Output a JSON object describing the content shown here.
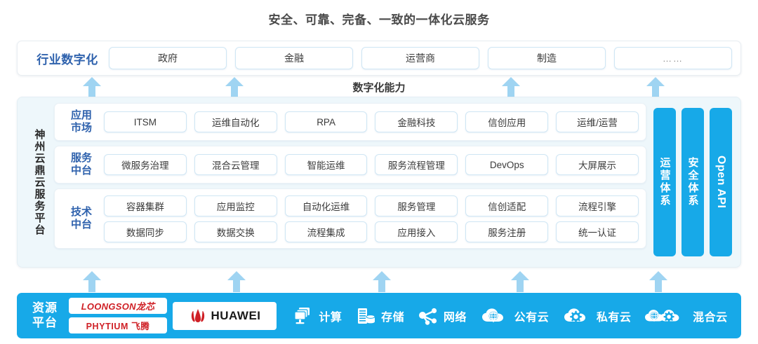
{
  "title": "安全、可靠、完备、一致的一体化云服务",
  "capability_label": "数字化能力",
  "industry": {
    "label": "行业数字化",
    "items": [
      "政府",
      "金融",
      "运营商",
      "制造",
      "……"
    ]
  },
  "platform": {
    "label": "神州云鼎云服务平台",
    "bands": [
      {
        "label_line1": "应用",
        "label_line2": "市场",
        "rows": [
          [
            "ITSM",
            "运维自动化",
            "RPA",
            "金融科技",
            "信创应用",
            "运维/运营"
          ]
        ]
      },
      {
        "label_line1": "服务",
        "label_line2": "中台",
        "rows": [
          [
            "微服务治理",
            "混合云管理",
            "智能运维",
            "服务流程管理",
            "DevOps",
            "大屏展示"
          ]
        ]
      },
      {
        "label_line1": "技术",
        "label_line2": "中台",
        "rows": [
          [
            "容器集群",
            "应用监控",
            "自动化运维",
            "服务管理",
            "信创适配",
            "流程引擎"
          ],
          [
            "数据同步",
            "数据交换",
            "流程集成",
            "应用接入",
            "服务注册",
            "统一认证"
          ]
        ]
      }
    ],
    "pillars": [
      "运营体系",
      "安全体系",
      "Open API"
    ]
  },
  "resource": {
    "label_line1": "资源",
    "label_line2": "平台",
    "vendors": [
      "LOONGSON龙芯",
      "PHYTIUM 飞腾",
      "HUAWEI"
    ],
    "items": [
      {
        "icon": "compute-icon",
        "label": "计算"
      },
      {
        "icon": "storage-icon",
        "label": "存储"
      },
      {
        "icon": "network-icon",
        "label": "网络"
      },
      {
        "icon": "public-cloud-icon",
        "label": "公有云"
      },
      {
        "icon": "private-cloud-icon",
        "label": "私有云"
      },
      {
        "icon": "hybrid-cloud-icon",
        "label": "混合云"
      }
    ]
  },
  "arrows": {
    "upper_x": [
      130,
      333,
      727,
      933
    ],
    "lower_x": [
      130,
      236,
      345,
      543,
      740,
      937
    ]
  },
  "colors": {
    "accent_blue": "#17a9e8",
    "arrow_blue": "#9fd4f2",
    "label_blue": "#2f62ad",
    "panel_bg": "#eef7fb",
    "chip_border": "#cfe6f4",
    "vendor_red": "#cf2026"
  }
}
